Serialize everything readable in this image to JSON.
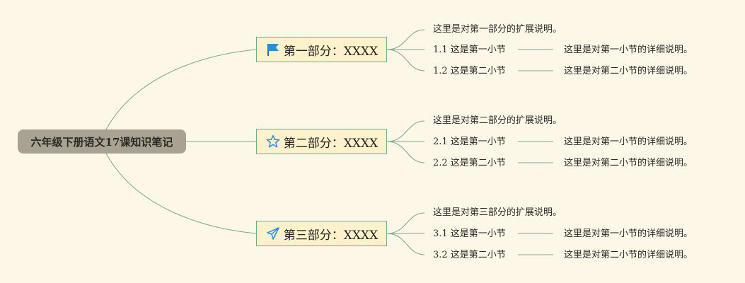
{
  "root": {
    "label": "六年级下册语文17课知识笔记"
  },
  "branches": [
    {
      "label": "第一部分：XXXX",
      "icon": "flag-icon",
      "note": "这里是对第一部分的扩展说明。",
      "sections": [
        {
          "label": "1.1 这是第一小节",
          "detail": "这里是对第一小节的详细说明。"
        },
        {
          "label": "1.2 这是第二小节",
          "detail": "这里是对第二小节的详细说明。"
        }
      ]
    },
    {
      "label": "第二部分：XXXX",
      "icon": "star-icon",
      "note": "这里是对第二部分的扩展说明。",
      "sections": [
        {
          "label": "2.1 这是第一小节",
          "detail": "这里是对第一小节的详细说明。"
        },
        {
          "label": "2.2 这是第二小节",
          "detail": "这里是对第二小节的详细说明。"
        }
      ]
    },
    {
      "label": "第三部分：XXXX",
      "icon": "paper-plane-icon",
      "note": "这里是对第三部分的扩展说明。",
      "sections": [
        {
          "label": "3.1 这是第一小节",
          "detail": "这里是对第一小节的详细说明。"
        },
        {
          "label": "3.2 这是第二小节",
          "detail": "这里是对第二小节的详细说明。"
        }
      ]
    }
  ],
  "colors": {
    "background": "#fdf7e8",
    "root_fill": "#a8a293",
    "branch_fill": "#fdf2cc",
    "connector": "#7ea58f",
    "icon_blue": "#2b8fd6"
  }
}
